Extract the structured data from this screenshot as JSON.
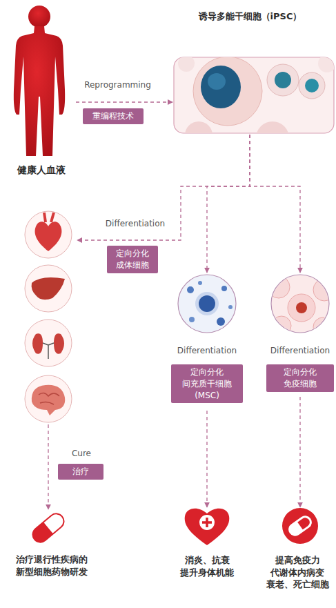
{
  "diagram": {
    "nodes": [
      {
        "text": [
          "健康人血液"
        ]
      },
      {
        "text": [
          "诱导多能干细胞（iPSC）"
        ]
      },
      {
        "text": [
          "定向分化 成体细胞"
        ]
      },
      {
        "text": [
          "Differentiation",
          "定向分化 间充质干细胞 (MSC)"
        ]
      },
      {
        "text": [
          "Differentiation",
          "定向分化 免疫细胞"
        ]
      },
      {
        "text": [
          "治疗退行性疾病的 新型细胞药物研发"
        ]
      },
      {
        "text": [
          "消炎、抗衰 提升身体机能"
        ]
      },
      {
        "text": [
          "提高免疫力 代谢体内病变 衰老、死亡细胞"
        ]
      }
    ],
    "edges": [
      {
        "from": 0,
        "to": 1,
        "label": "Reprogramming",
        "arrow": "to"
      },
      {
        "from": 1,
        "to": 2,
        "label": "Differentiation",
        "arrow": "to"
      },
      {
        "from": 1,
        "to": 3,
        "arrow": "to"
      },
      {
        "from": 1,
        "to": 4,
        "arrow": "to"
      },
      {
        "from": 2,
        "to": 5,
        "label": "Cure",
        "arrow": "to"
      },
      {
        "from": 3,
        "to": 6,
        "arrow": "to"
      },
      {
        "from": 4,
        "to": 7,
        "arrow": "to"
      }
    ],
    "labels": [
      "重编程技术",
      "治疗"
    ]
  }
}
